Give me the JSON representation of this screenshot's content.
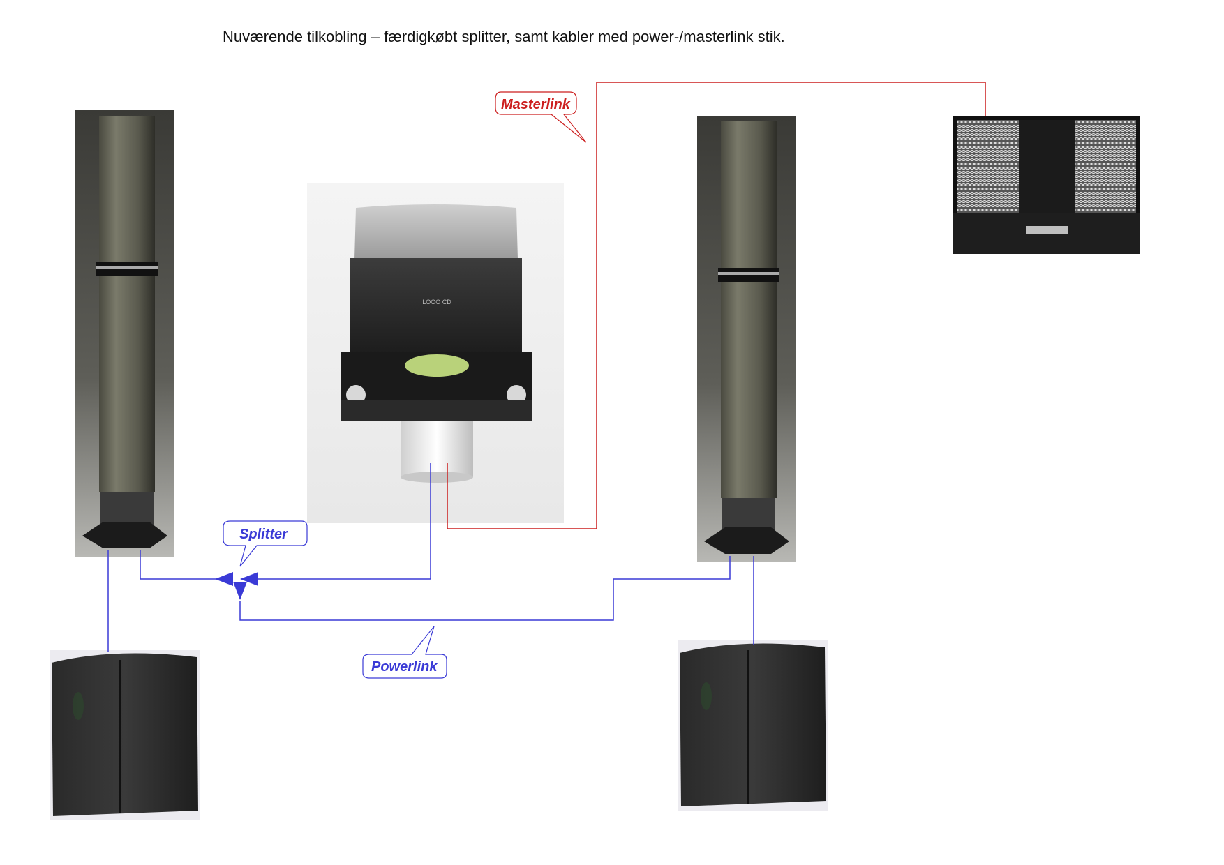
{
  "title": "Nuværende tilkobling – færdigkøbt splitter, samt kabler med power-/masterlink stik.",
  "labels": {
    "masterlink": "Masterlink",
    "splitter": "Splitter",
    "powerlink": "Powerlink"
  },
  "devices": {
    "cd_player_display": "LOOO CD"
  },
  "colors": {
    "masterlink": "#cc1f1f",
    "powerlink": "#3a3ad6",
    "device_dark": "#2a2a2a",
    "device_metal": "#6b6b5e"
  }
}
